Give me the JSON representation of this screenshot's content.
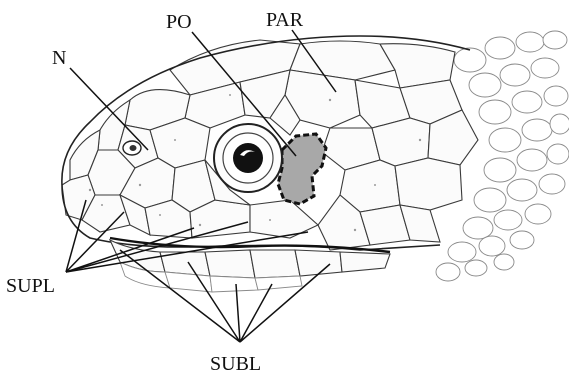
{
  "figure": {
    "subject": "snake-head-lateral-view",
    "labels": {
      "po": "PO",
      "par": "PAR",
      "n": "N",
      "supl": "SUPL",
      "subl": "SUBL"
    },
    "highlight_color": "#a8a8a8",
    "line_color": "#111111"
  }
}
